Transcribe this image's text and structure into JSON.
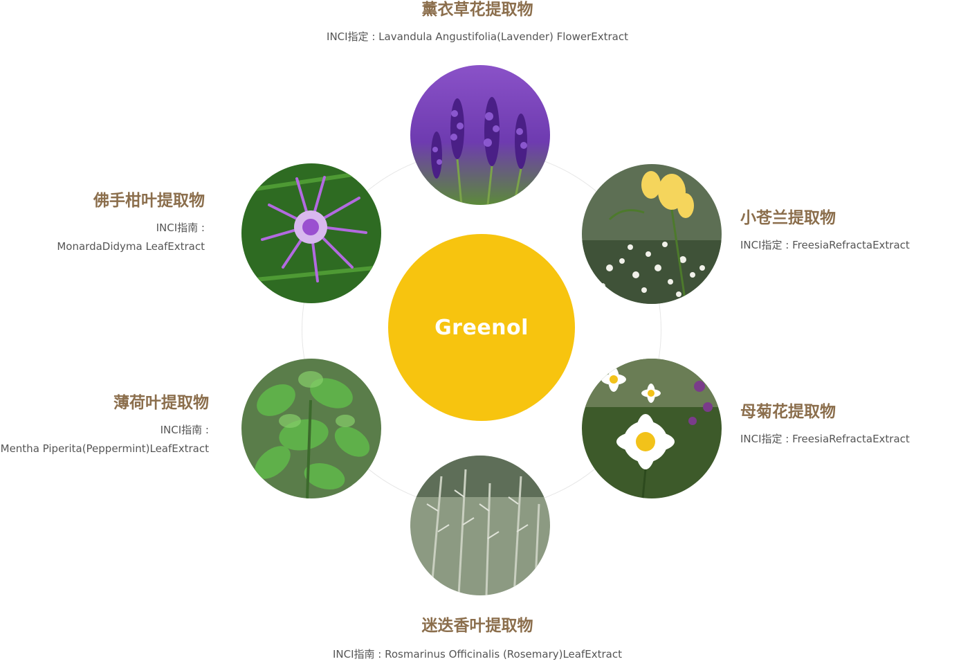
{
  "colors": {
    "center_fill": "#f7c40f",
    "title": "#8b6e4c",
    "text": "#555555"
  },
  "center": {
    "label": "Greenol"
  },
  "plants": {
    "top": {
      "title": "薰衣草花提取物",
      "inci": "INCI指定 : Lavandula Angustifolia(Lavender) FlowerExtract",
      "image": "lavender-photo"
    },
    "top_right": {
      "title": "小苍兰提取物",
      "inci": "INCI指定 : FreesiaRefractaExtract",
      "image": "freesia-photo"
    },
    "top_left": {
      "title": "佛手柑叶提取物",
      "inci_line1": "INCI指南 :",
      "inci_line2": "MonardaDidyma LeafExtract",
      "image": "bergamot-flower-photo"
    },
    "bottom_left": {
      "title": "薄荷叶提取物",
      "inci_line1": "INCI指南 :",
      "inci_line2": "Mentha Piperita(Peppermint)LeafExtract",
      "image": "mint-leaves-photo"
    },
    "bottom_right": {
      "title": "母菊花提取物",
      "inci": "INCI指定 : FreesiaRefractaExtract",
      "image": "chamomile-photo"
    },
    "bottom": {
      "title": "迷迭香叶提取物",
      "inci": "INCI指南 : Rosmarinus Officinalis (Rosemary)LeafExtract",
      "image": "rosemary-photo"
    }
  }
}
